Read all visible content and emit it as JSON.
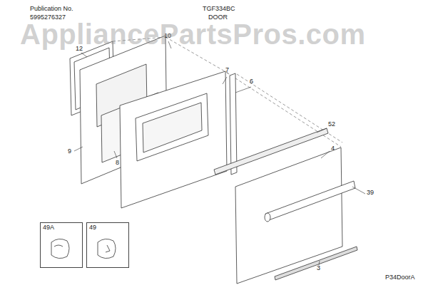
{
  "diagram": {
    "title": "DOOR",
    "nodes": [
      {
        "text": [
          "49A"
        ]
      },
      {
        "text": [
          "49"
        ]
      }
    ],
    "labels": [
      "Publication No.",
      "5995276327",
      "TGF334BC",
      "12",
      "10",
      "7",
      "6",
      "9",
      "8",
      "52",
      "4",
      "39",
      "3",
      "P34DoorA",
      "AppliancePartsPros.com"
    ]
  }
}
